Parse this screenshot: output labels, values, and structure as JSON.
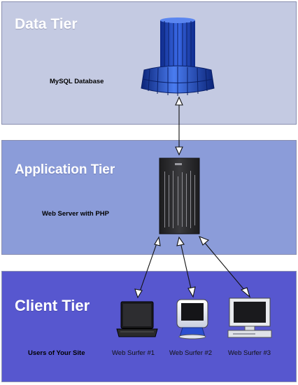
{
  "tiers": {
    "data": {
      "title": "Data Tier",
      "component_label": "MySQL Database"
    },
    "application": {
      "title": "Application Tier",
      "component_label": "Web Server with PHP"
    },
    "client": {
      "title": "Client Tier",
      "users_label": "Users of Your Site",
      "surfers": [
        "Web Surfer #1",
        "Web Surfer #2",
        "Web Surfer #3"
      ]
    }
  },
  "colors": {
    "data_tier_bg": "#c4cae2",
    "application_tier_bg": "#8b9cd9",
    "client_tier_bg": "#5757cf",
    "database_blue": "#1a3fb8",
    "server_gray": "#2e2e30"
  },
  "icons": [
    "database-icon",
    "server-icon",
    "laptop-icon",
    "imac-icon",
    "desktop-pc-icon"
  ]
}
